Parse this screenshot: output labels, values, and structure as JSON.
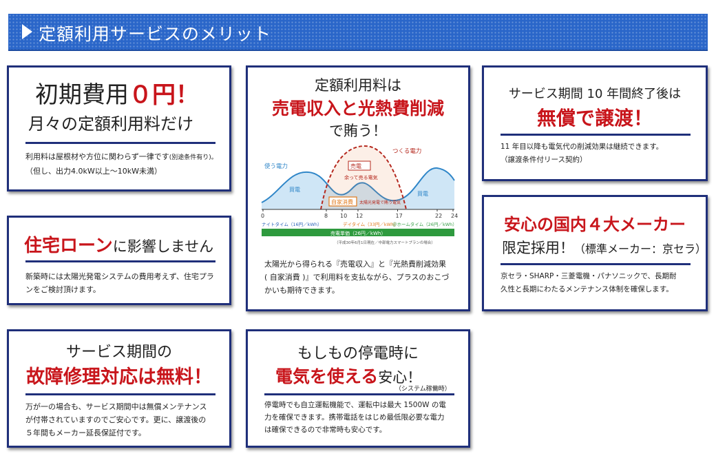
{
  "header": {
    "title": "定額利用サービスのメリット"
  },
  "card1": {
    "title_a": "初期費用",
    "title_b": "０円！",
    "subtitle": "月々の定額利用料だけ",
    "body_1": "利用料は屋根材や方位に関わらず一律です",
    "body_1_note": "(別途条件有り)。",
    "body_2": "（但し、出力4.0kW以上～10kW未満）"
  },
  "card2": {
    "title_a": "住宅ローン",
    "title_b": "に影響しません",
    "body_1": "新築時には太陽光発電システムの費用考えず、住宅プラ",
    "body_2": "ンをご検討頂けます。"
  },
  "card3": {
    "title_a": "サービス期間の",
    "title_b": "故障修理対応は無料！",
    "body_1": "万が一の場合も、サービス期間中は無償メンテナンス",
    "body_2": "が付帯されていますのでご安心です。更に、譲渡後の",
    "body_3": "５年間もメーカー延長保証付です。"
  },
  "card4": {
    "title_a": "定額利用料は",
    "title_b": "売電収入と光熱費削減",
    "title_c": "で賄う！",
    "body_1": "太陽光から得られる『売電収入』と『光熱費削減効果",
    "body_2": "( 自家消費 )』で利用料を支払ながら、プラスのおこづ",
    "body_3": "かいも期待できます。"
  },
  "chart_data": {
    "type": "area",
    "labels": {
      "use": "使う電力",
      "make": "つくる電力",
      "sell_left": "買電",
      "sell_right": "買電",
      "baiden": "売電",
      "surplus": "余って売る電気",
      "self": "自家消費",
      "self_note": "太陽光発電で賄う電気",
      "night": "ナイトタイム（16円／kWh）",
      "day": "デイタイム（33円／kWh）",
      "home": "＠ホームタイム（26円／kWh）",
      "sell_price": "売電単価（26円／kWh）",
      "note": "（平成30年6月1日現在／中部電力スマートプランの場合）"
    },
    "x_ticks": [
      "0",
      "8",
      "10",
      "12",
      "17",
      "22",
      "24"
    ],
    "colors": {
      "use": "#2f86c8",
      "make": "#b5281e",
      "night": "#2c64b8",
      "day": "#e07a1c",
      "home": "#3aa04a",
      "bar": "#2e9a3e"
    }
  },
  "card5": {
    "title_a": "もしもの停電時に",
    "title_b": "電気を使える",
    "title_c": "安心！",
    "title_note": "（システム稼働時）",
    "body_1": "停電時でも自立運転機能で、運転中は最大 1500W の電",
    "body_2": "力を確保できます。携帯電話をはじめ最低限必要な電力",
    "body_3": "は確保できるので非常時も安心です。"
  },
  "card6": {
    "title_a": "サービス期間 10 年間終了後は",
    "title_b": "無償で譲渡！",
    "body_1": "11 年目以降も電気代の削減効果は継続できます。",
    "body_2": "（譲渡条件付リース契約）"
  },
  "card7": {
    "title_a": "安心の国内４大メーカー",
    "title_b": "限定採用！",
    "title_c": "（標準メーカー：京セラ）",
    "body_1": "京セラ・SHARP・三菱電機・パナソニックで、長期耐",
    "body_2": "久性と長期にわたるメンテナンス体制を確保します。"
  }
}
